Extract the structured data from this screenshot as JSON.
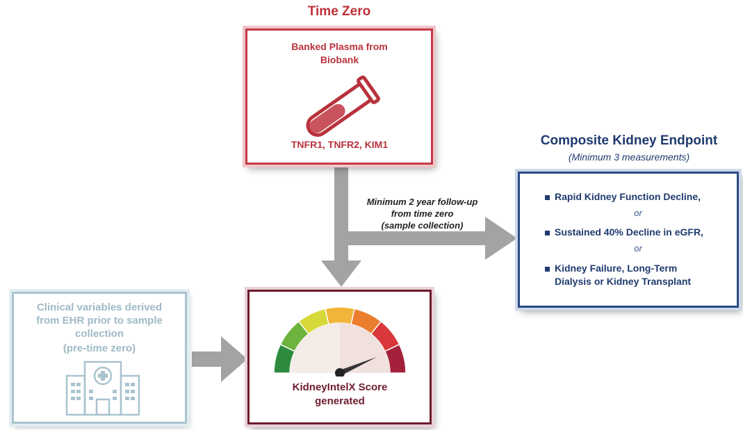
{
  "time_zero": {
    "title": "Time Zero",
    "box_title": "Banked Plasma from Biobank",
    "markers": "TNFR1, TNFR2, KIM1"
  },
  "follow_up": {
    "line1": "Minimum 2 year follow-up",
    "line2": "from time zero",
    "line3": "(sample collection)"
  },
  "endpoint": {
    "title": "Composite Kidney Endpoint",
    "subtitle": "(Minimum 3 measurements)",
    "items": [
      {
        "line1": "Rapid Kidney Function Decline,",
        "line2": ""
      },
      {
        "line1": "Sustained 40% Decline in eGFR,",
        "line2": ""
      },
      {
        "line1": "Kidney Failure, Long-Term",
        "line2": "Dialysis or Kidney Transplant"
      }
    ],
    "separator": "or"
  },
  "clinical": {
    "line1": "Clinical variables derived",
    "line2": "from EHR prior to sample",
    "line3": "collection",
    "line4": "(pre-time zero)"
  },
  "score": {
    "line1": "KidneyIntelX Score",
    "line2": "generated"
  },
  "colors": {
    "red": "#c0303a",
    "dark_red": "#6e1c2e",
    "navy": "#1f3a6e",
    "arrow_gray": "#a3a3a3",
    "light_blue_gray": "#a9c3cf",
    "gauge": [
      "#2e8b3e",
      "#6db43f",
      "#d7d93a",
      "#f2b53a",
      "#eb7d2f",
      "#d9383a",
      "#a3213b"
    ]
  },
  "icons": [
    "test-tube-icon",
    "gauge-icon",
    "hospital-icon"
  ]
}
